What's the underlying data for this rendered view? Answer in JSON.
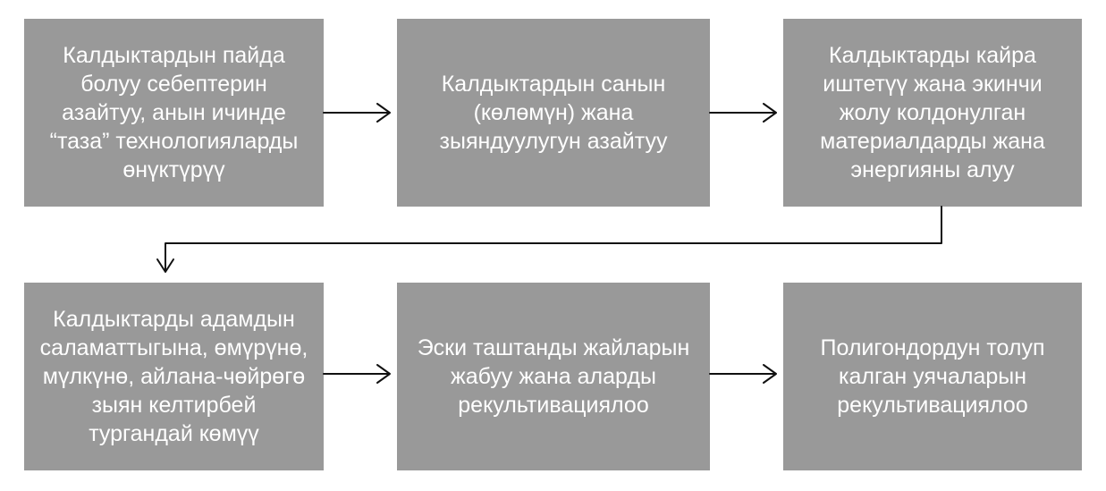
{
  "boxes": [
    {
      "id": "box1",
      "text": "Калдыктардын пайда\nболуу себептерин\nазайтуу, анын ичинде\n“таза” технологияларды\nөнүктүрүү"
    },
    {
      "id": "box2",
      "text": "Калдыктардын санын\n(көлөмүн) жана\nзыяндуулугун азайтуу"
    },
    {
      "id": "box3",
      "text": "Калдыктарды кайра\nиштетүү жана экинчи\nжолу колдонулган\nматериалдарды жана\nэнергияны алуу"
    },
    {
      "id": "box4",
      "text": "Калдыктарды адамдын\nсаламаттыгына, өмүрүнө,\nмүлкүнө, айлана-чөйрөгө\nзыян келтирбей\nтургандай көмүү"
    },
    {
      "id": "box5",
      "text": "Эски таштанды жайларын\nжабуу жана аларды\nрекультивациялоо"
    },
    {
      "id": "box6",
      "text": "Полигондордун толуп\nкалган уячаларын\nрекультивациялоо"
    }
  ],
  "colors": {
    "box_fill": "#999999",
    "box_text": "#ffffff",
    "arrow": "#111111",
    "background": "#ffffff"
  }
}
